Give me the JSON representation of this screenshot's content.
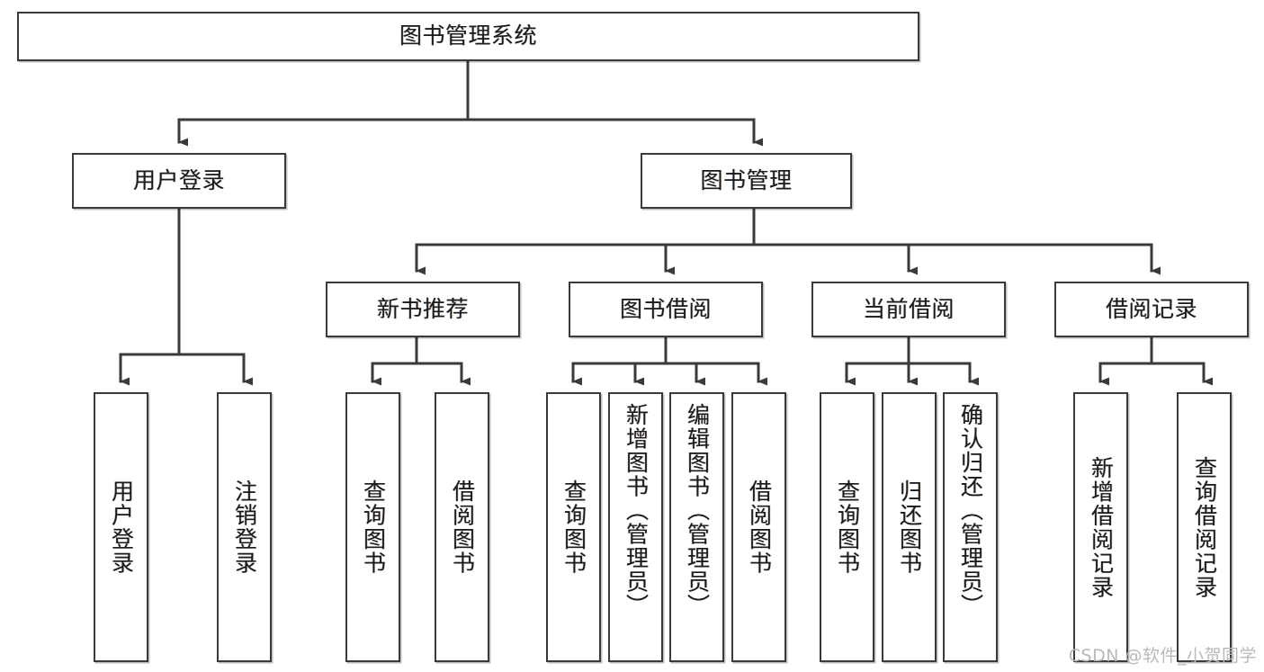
{
  "diagram": {
    "title": "图书管理系统",
    "type": "functional-decomposition-tree",
    "orientation": "top-down",
    "line_color": "#3a3a3a",
    "box_fill": "#ffffff",
    "text_color": "#1b1b1b",
    "nodes": {
      "root": {
        "label": "图书管理系统"
      },
      "level1": [
        {
          "label": "用户登录"
        },
        {
          "label": "图书管理"
        }
      ],
      "level2": [
        {
          "label": "新书推荐"
        },
        {
          "label": "图书借阅"
        },
        {
          "label": "当前借阅"
        },
        {
          "label": "借阅记录"
        }
      ],
      "leaves": {
        "user_login": [
          {
            "label": "用户登录"
          },
          {
            "label": "注销登录"
          }
        ],
        "new_book_recommend": [
          {
            "label": "查询图书"
          },
          {
            "label": "借阅图书"
          }
        ],
        "book_borrow": [
          {
            "label": "查询图书"
          },
          {
            "label": "新增图书（管理员）"
          },
          {
            "label": "编辑图书（管理员）"
          },
          {
            "label": "借阅图书"
          }
        ],
        "current_borrow": [
          {
            "label": "查询图书"
          },
          {
            "label": "归还图书"
          },
          {
            "label": "确认归还（管理员）"
          }
        ],
        "borrow_records": [
          {
            "label": "新增借阅记录"
          },
          {
            "label": "查询借阅记录"
          }
        ]
      }
    }
  },
  "watermark": {
    "text": "CSDN @软件_小贺同学"
  }
}
